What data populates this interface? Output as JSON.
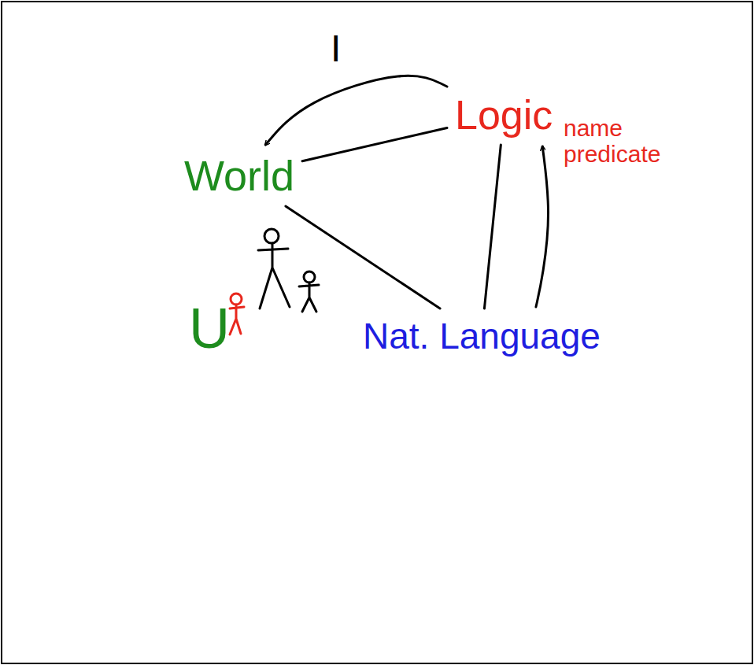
{
  "diagram": {
    "nodes": [
      {
        "text": [
          "Logic"
        ]
      },
      {
        "text": [
          "World"
        ]
      },
      {
        "text": [
          "Nat. Language"
        ]
      }
    ],
    "edges": [
      {
        "from": 0,
        "to": 1,
        "arrow": "to",
        "label": "I"
      },
      {
        "from": 1,
        "to": 0,
        "arrow": "none"
      },
      {
        "from": 0,
        "to": 2,
        "arrow": "none"
      },
      {
        "from": 2,
        "to": 1,
        "arrow": "none"
      },
      {
        "from": 2,
        "to": 0,
        "arrow": "to"
      }
    ],
    "labels": [
      "name predicate",
      "U"
    ]
  }
}
